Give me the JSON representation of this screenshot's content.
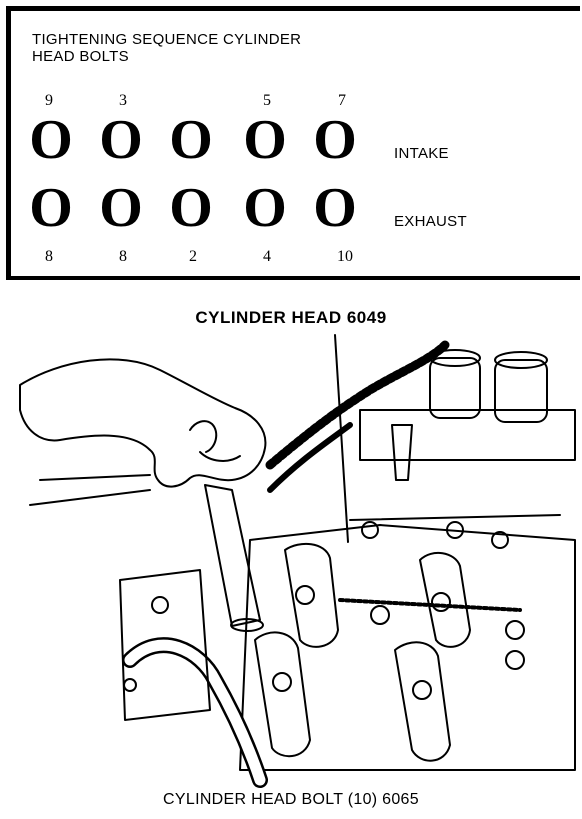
{
  "diagram": {
    "title_line1": "TIGHTENING SEQUENCE CYLINDER",
    "title_line2": "HEAD BOLTS",
    "intake_numbers": [
      "9",
      "3",
      "",
      "5",
      "7"
    ],
    "exhaust_numbers": [
      "8",
      "8",
      "2",
      "4",
      "10"
    ],
    "bolt_symbol": "O",
    "intake_label": "INTAKE",
    "exhaust_label": "EXHAUST"
  },
  "illustration": {
    "top_callout": "CYLINDER HEAD 6049",
    "bottom_callout": "CYLINDER HEAD BOLT (10) 6065"
  }
}
